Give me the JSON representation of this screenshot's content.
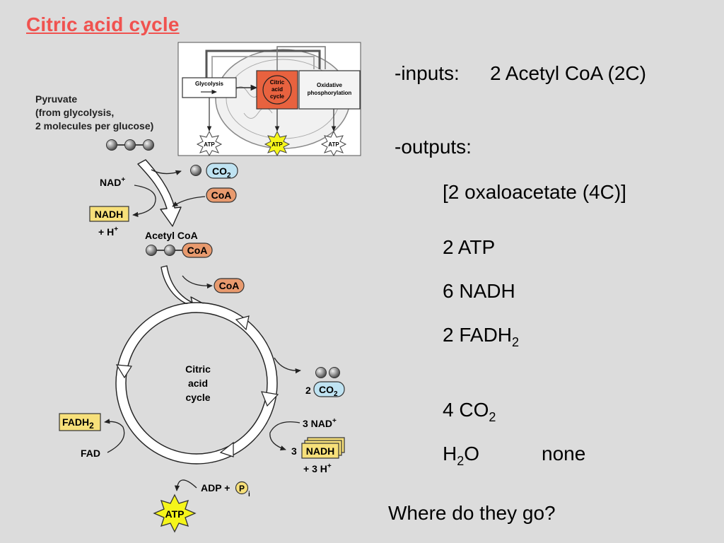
{
  "slide": {
    "title": "Citric acid cycle"
  },
  "inset": {
    "glycolysis": "Glycolysis",
    "citric": [
      "Citric",
      "acid",
      "cycle"
    ],
    "oxphos": [
      "Oxidative",
      "phosphorylation"
    ],
    "atp": "ATP"
  },
  "pyruvate": {
    "lines": [
      "Pyruvate",
      "(from glycolysis,",
      "2 molecules per glucose)"
    ]
  },
  "molecules": {
    "nad_plus": "NAD",
    "plus_sup": "+",
    "nadh": "NADH",
    "h_plus": "+ H",
    "co": "CO",
    "co_sub": "2",
    "coa": "CoA",
    "acetyl_coa": "Acetyl CoA",
    "fadh": "FADH",
    "fad": "FAD",
    "three_nad": "3 NAD",
    "three": "3",
    "two": "2",
    "three_h": "+ 3 H",
    "adp": "ADP +",
    "p": "P",
    "p_sub": "i",
    "atp": "ATP"
  },
  "cycle": {
    "label": [
      "Citric",
      "acid",
      "cycle"
    ]
  },
  "summary": {
    "inputs_label": "-inputs:",
    "inputs_value": "2 Acetyl CoA (2C)",
    "outputs_label": "-outputs:",
    "oxaloacetate": "[2 oxaloacetate (4C)]",
    "atp": "2 ATP",
    "nadh": "6 NADH",
    "fadh_main": "2 FADH",
    "fadh_sub": "2",
    "co2_main": "4 CO",
    "co2_sub": "2",
    "h2o_h": "H",
    "h2o_sub": "2",
    "h2o_o": "O",
    "none": "none",
    "question": "Where do they go?"
  },
  "colors": {
    "title": "#f0524f",
    "background": "#dcdcdc",
    "citric_box": "#e8623f",
    "nadh_yellow": "#f7e07a",
    "co2_blue": "#bfe3f2",
    "coa_orange": "#e89a6e",
    "atp_burst": "#f5f51a",
    "bead": "#8a8a8a"
  }
}
